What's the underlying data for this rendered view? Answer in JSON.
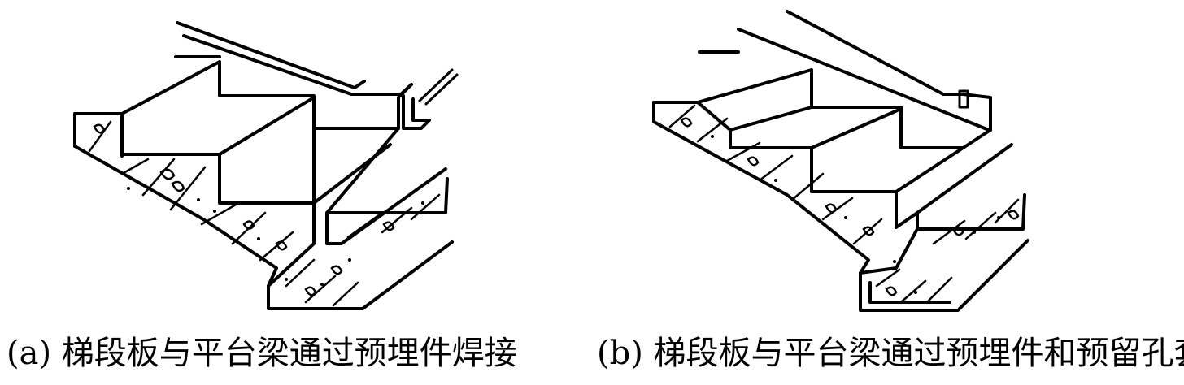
{
  "figures": [
    {
      "id": "a",
      "caption": "(a) 梯段板与平台梁通过预埋件焊接"
    },
    {
      "id": "b",
      "caption": "(b) 梯段板与平台梁通过预埋件和预留孔套接"
    }
  ]
}
